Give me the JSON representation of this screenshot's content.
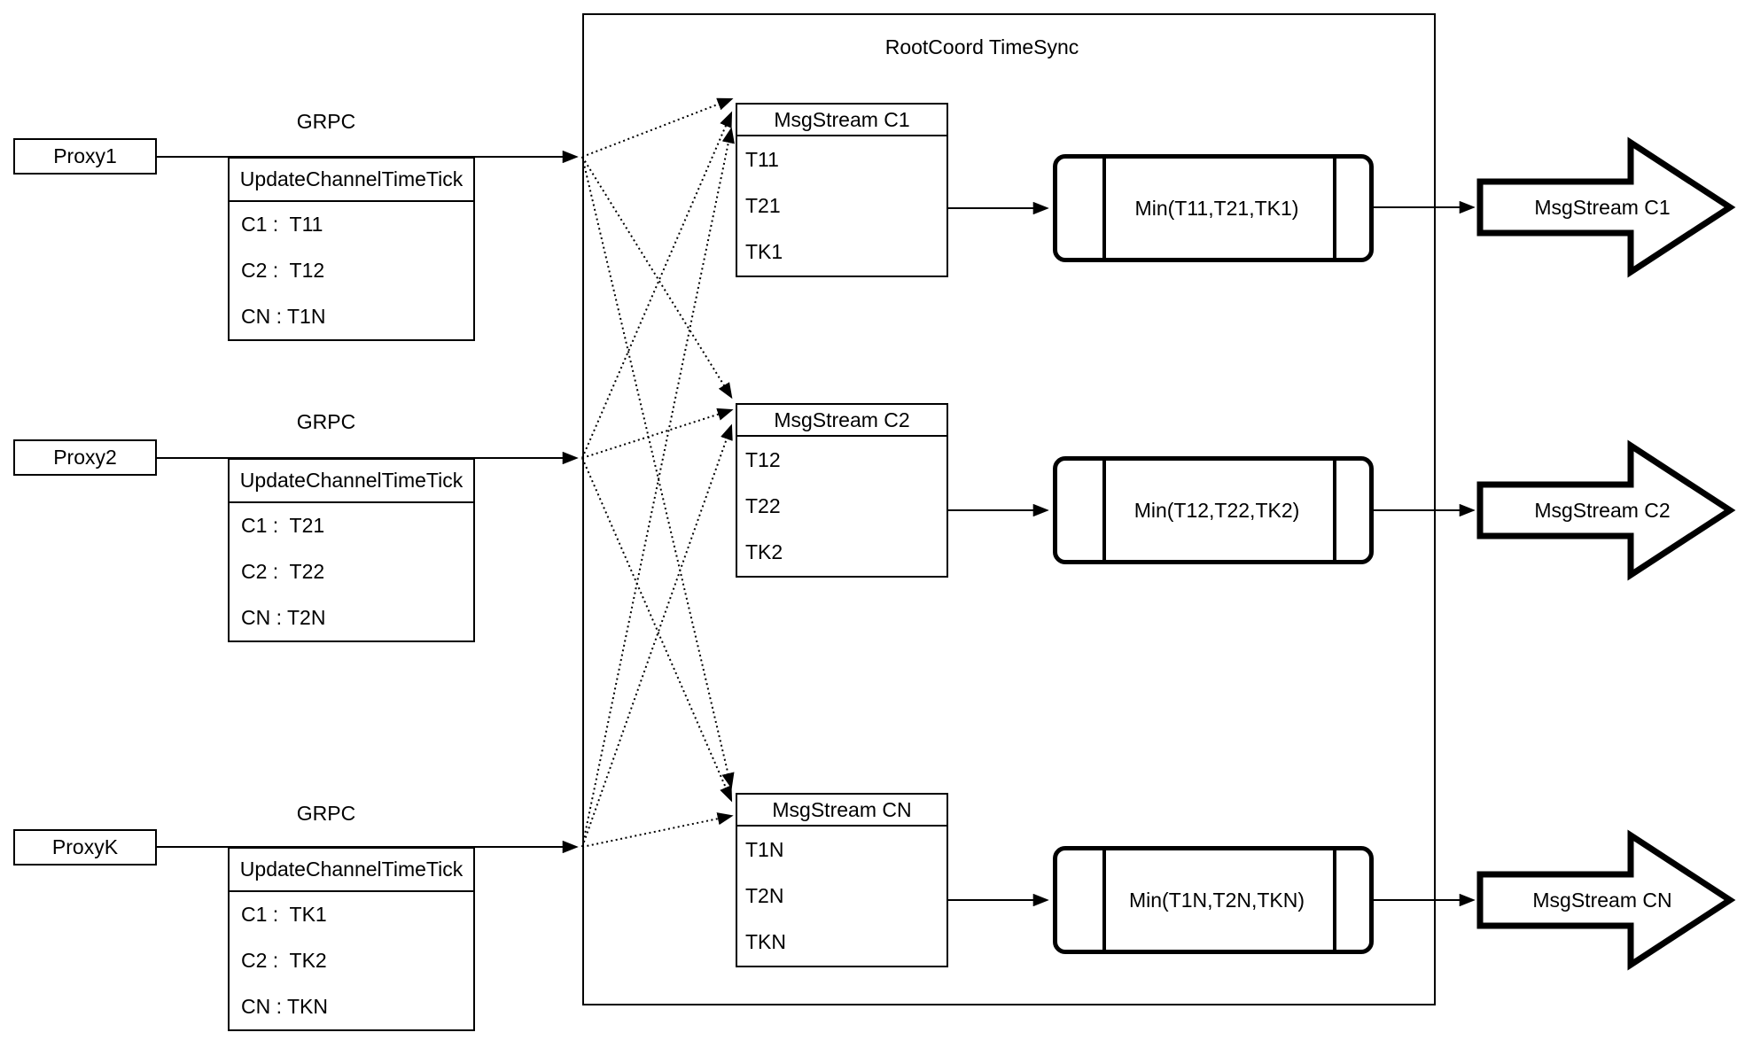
{
  "diagram": {
    "title": "RootCoord TimeSync",
    "proxies": [
      {
        "name": "Proxy1",
        "grpc": "GRPC",
        "table": {
          "header": "UpdateChannelTimeTick",
          "rows": [
            "C1 :  T11",
            "C2 :  T12",
            "CN : T1N"
          ]
        }
      },
      {
        "name": "Proxy2",
        "grpc": "GRPC",
        "table": {
          "header": "UpdateChannelTimeTick",
          "rows": [
            "C1 :  T21",
            "C2 :  T22",
            "CN : T2N"
          ]
        }
      },
      {
        "name": "ProxyK",
        "grpc": "GRPC",
        "table": {
          "header": "UpdateChannelTimeTick",
          "rows": [
            "C1 :  TK1",
            "C2 :  TK2",
            "CN : TKN"
          ]
        }
      }
    ],
    "streams": [
      {
        "header": "MsgStream C1",
        "ticks": [
          "T11",
          "T21",
          "TK1"
        ],
        "min": "Min(T11,T21,TK1)",
        "output": "MsgStream C1"
      },
      {
        "header": "MsgStream C2",
        "ticks": [
          "T12",
          "T22",
          "TK2"
        ],
        "min": "Min(T12,T22,TK2)",
        "output": "MsgStream C2"
      },
      {
        "header": "MsgStream CN",
        "ticks": [
          "T1N",
          "T2N",
          "TKN"
        ],
        "min": "Min(T1N,T2N,TKN)",
        "output": "MsgStream CN"
      }
    ],
    "colors": {
      "line": "#000000",
      "background": "#ffffff"
    }
  }
}
